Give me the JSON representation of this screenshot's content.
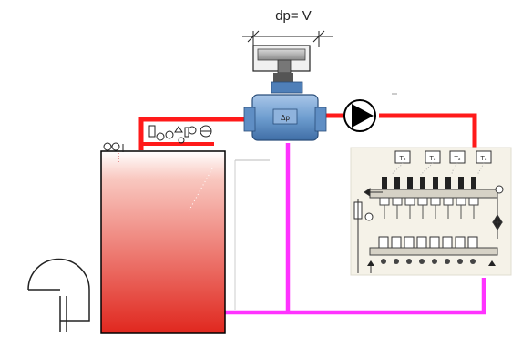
{
  "dp_label": "dp= V",
  "valve_label": "Δp",
  "manifold_sensor_label": "Tₐ",
  "colors": {
    "supply_pipe": "#ff1a1a",
    "return_pipe": "#ff33ff",
    "valve_body": "#6f9ed0",
    "boiler_top": "#ffffff",
    "boiler_bottom": "#e0271e"
  },
  "icons": [
    "boiler",
    "fan-blower",
    "differential-pressure-valve",
    "circulation-pump",
    "underfloor-heating-manifold",
    "temperature-sensor"
  ]
}
